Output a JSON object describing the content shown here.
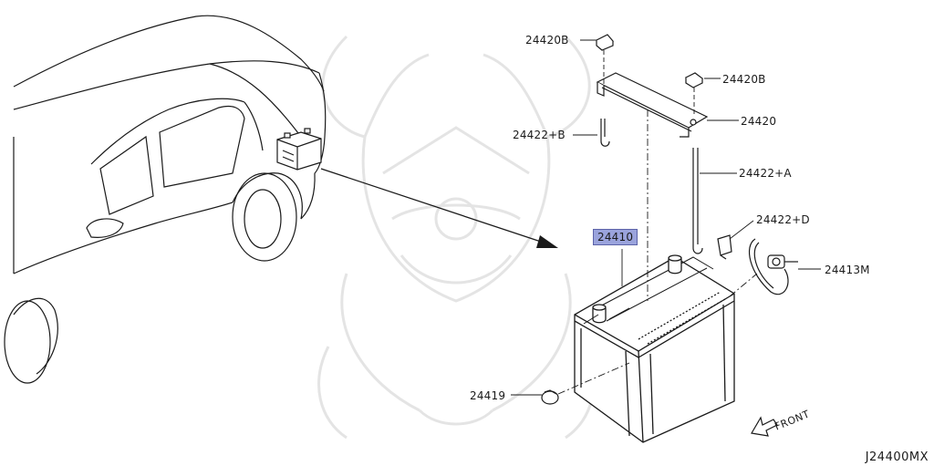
{
  "labels": {
    "bolt_top": "24420B",
    "bolt_right": "24420B",
    "bracket": "24420",
    "rod_b": "24422+B",
    "rod_a": "24422+A",
    "clip_d": "24422+D",
    "battery": "24410",
    "cable": "24413M",
    "cap": "24419"
  },
  "front_label": "FRONT",
  "diagram_code": "J24400MX",
  "colors": {
    "line": "#1a1a1a",
    "highlight": "#9aa3dc",
    "watermark": "#e6e6e6"
  },
  "icons": {
    "direction": "front-arrow-icon",
    "watermark": "crest-watermark-icon"
  }
}
